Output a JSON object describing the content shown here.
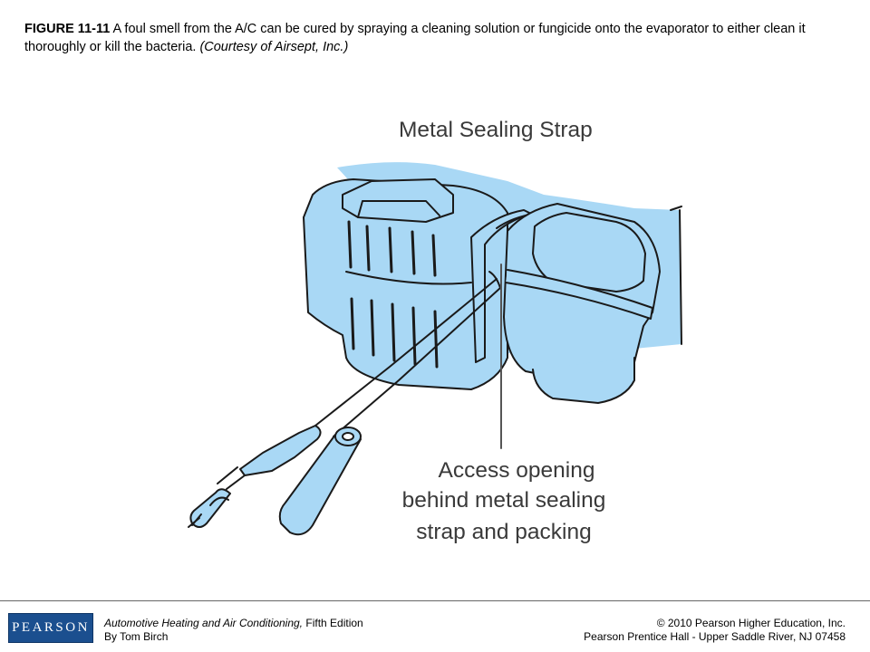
{
  "caption": {
    "figure_number": "FIGURE 11-11",
    "text": " A foul smell from the A/C can be cured by spraying a cleaning solution or fungicide onto the evaporator to either clean it thoroughly or kill the bacteria. ",
    "courtesy": "(Courtesy of Airsept, Inc.)"
  },
  "diagram": {
    "label_top": "Metal Sealing Strap",
    "label_bottom": [
      "Access opening",
      "behind metal sealing",
      "strap and packing"
    ],
    "colors": {
      "housing_fill": "#a9d8f5",
      "outline": "#1a1a1a",
      "label": "#3a3a3a"
    }
  },
  "footer": {
    "logo": "PEARSON",
    "book_title": "Automotive Heating and Air Conditioning,",
    "edition": " Fifth Edition",
    "author": "By Tom Birch",
    "copyright": "© 2010 Pearson Higher Education, Inc.",
    "publisher": "Pearson Prentice Hall - Upper Saddle River, NJ 07458"
  }
}
